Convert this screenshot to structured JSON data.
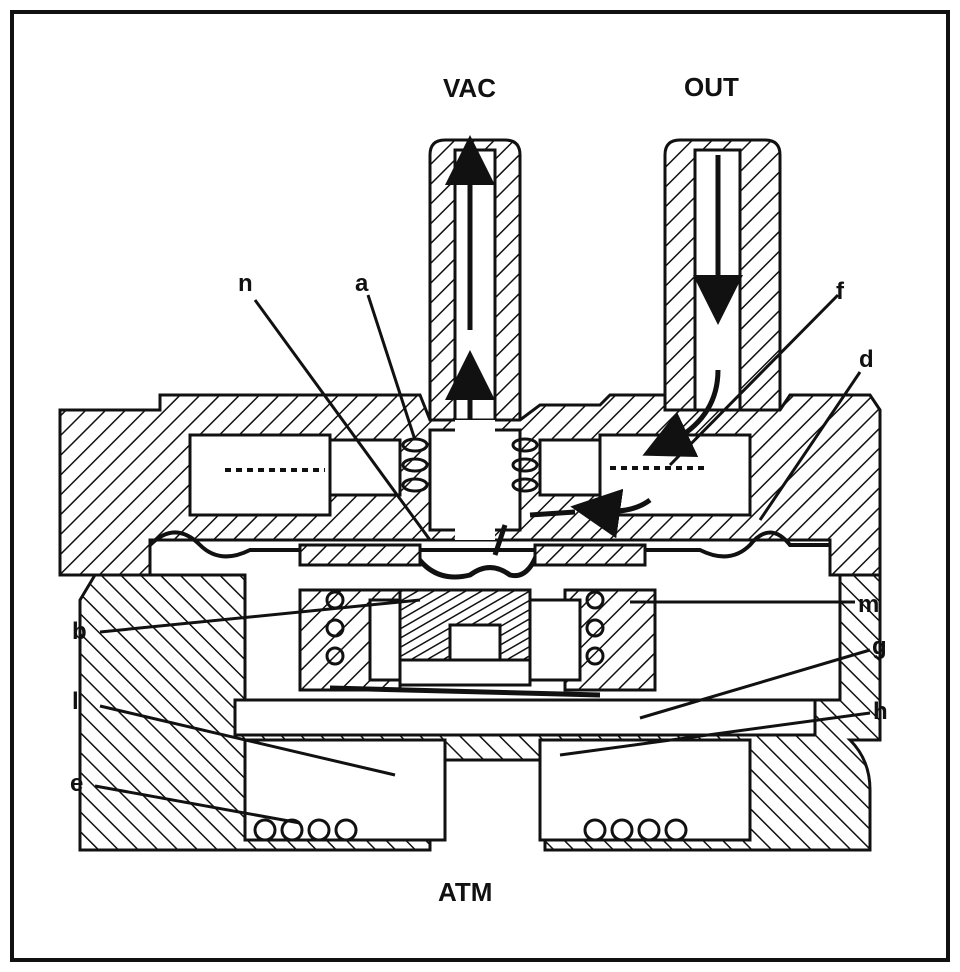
{
  "ports": {
    "vac": "VAC",
    "out": "OUT",
    "atm": "ATM"
  },
  "callouts": {
    "n": "n",
    "a": "a",
    "f": "f",
    "d": "d",
    "b": "b",
    "m": "m",
    "g": "g",
    "l": "l",
    "h": "h",
    "e": "e"
  }
}
